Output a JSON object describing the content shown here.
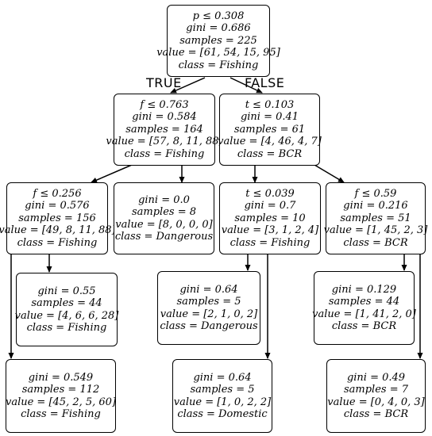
{
  "edge_labels": {
    "true_label": "TRUE",
    "false_label": "FALSE"
  },
  "nodes": {
    "root": {
      "split": "p ≤ 0.308",
      "gini": "gini = 0.686",
      "samples": "samples = 225",
      "value": "value = [61, 54, 15, 95]",
      "class": "class = Fishing"
    },
    "n1": {
      "split": "f ≤ 0.763",
      "gini": "gini = 0.584",
      "samples": "samples = 164",
      "value": "value = [57, 8, 11, 88]",
      "class": "class = Fishing"
    },
    "n2": {
      "split": "t ≤ 0.103",
      "gini": "gini = 0.41",
      "samples": "samples = 61",
      "value": "value = [4, 46, 4, 7]",
      "class": "class = BCR"
    },
    "n3": {
      "split": "f ≤ 0.256",
      "gini": "gini = 0.576",
      "samples": "samples = 156",
      "value": "value = [49, 8, 11, 88]",
      "class": "class = Fishing"
    },
    "n4": {
      "gini": "gini = 0.0",
      "samples": "samples = 8",
      "value": "value = [8, 0, 0, 0]",
      "class": "class = Dangerous"
    },
    "n5": {
      "split": "t ≤ 0.039",
      "gini": "gini = 0.7",
      "samples": "samples = 10",
      "value": "value = [3, 1, 2, 4]",
      "class": "class = Fishing"
    },
    "n6": {
      "split": "f ≤ 0.59",
      "gini": "gini = 0.216",
      "samples": "samples = 51",
      "value": "value = [1, 45, 2, 3]",
      "class": "class = BCR"
    },
    "n7": {
      "gini": "gini = 0.55",
      "samples": "samples = 44",
      "value": "value = [4, 6, 6, 28]",
      "class": "class = Fishing"
    },
    "n8": {
      "gini": "gini = 0.64",
      "samples": "samples = 5",
      "value": "value = [2, 1, 0, 2]",
      "class": "class = Dangerous"
    },
    "n9": {
      "gini": "gini = 0.129",
      "samples": "samples = 44",
      "value": "value = [1, 41, 2, 0]",
      "class": "class = BCR"
    },
    "n10": {
      "gini": "gini = 0.549",
      "samples": "samples = 112",
      "value": "value = [45, 2, 5, 60]",
      "class": "class = Fishing"
    },
    "n11": {
      "gini": "gini = 0.64",
      "samples": "samples = 5",
      "value": "value = [1, 0, 2, 2]",
      "class": "class = Domestic"
    },
    "n12": {
      "gini": "gini = 0.49",
      "samples": "samples = 7",
      "value": "value = [0, 4, 0, 3]",
      "class": "class = BCR"
    }
  }
}
